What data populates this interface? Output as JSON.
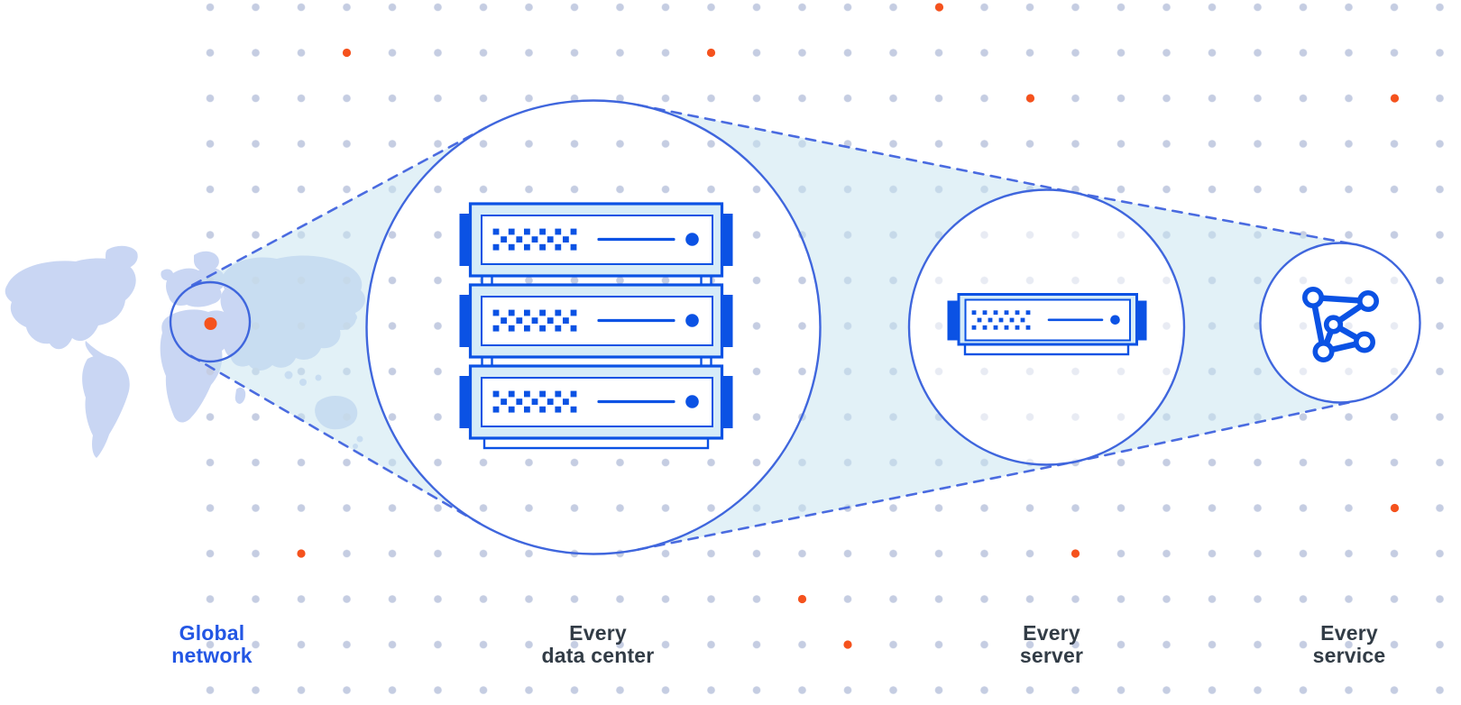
{
  "diagram": {
    "description": "Zoom progression from global network map to data center, server and service",
    "stages": [
      {
        "name": "global-network",
        "label_lines": [
          "Global",
          "network"
        ],
        "emphasis": "blue"
      },
      {
        "name": "every-data-center",
        "label_lines": [
          "Every",
          "data center"
        ],
        "emphasis": "dark"
      },
      {
        "name": "every-server",
        "label_lines": [
          "Every",
          "server"
        ],
        "emphasis": "dark"
      },
      {
        "name": "every-service",
        "label_lines": [
          "Every",
          "service"
        ],
        "emphasis": "dark"
      }
    ],
    "icons": [
      {
        "name": "world-map-icon",
        "meaning": "world map silhouette"
      },
      {
        "name": "location-dot-icon",
        "meaning": "orange point of presence marker on Europe"
      },
      {
        "name": "server-rack-icon",
        "meaning": "stack of three rack servers inside data-center circle"
      },
      {
        "name": "server-icon",
        "meaning": "single rack server inside server circle"
      },
      {
        "name": "network-mesh-icon",
        "meaning": "five connected nodes representing a service mesh"
      }
    ],
    "counts": {
      "rack_servers_in_data_center": 3,
      "orange_accent_dots": 10,
      "zoom_circles": 4
    }
  },
  "colors": {
    "accent_blue": "#0b52e4",
    "circle_stroke_blue": "#3f66dd",
    "dash_blue": "#4a6be0",
    "cone_fill": "#c7e5f0",
    "grid_dot": "#c5cde2",
    "orange": "#f5521d",
    "map_fill": "#c9d6f3",
    "server_band": "#d6ecf8",
    "label_dark": "#323c46",
    "label_blue": "#2356e4",
    "background": "#ffffff"
  }
}
